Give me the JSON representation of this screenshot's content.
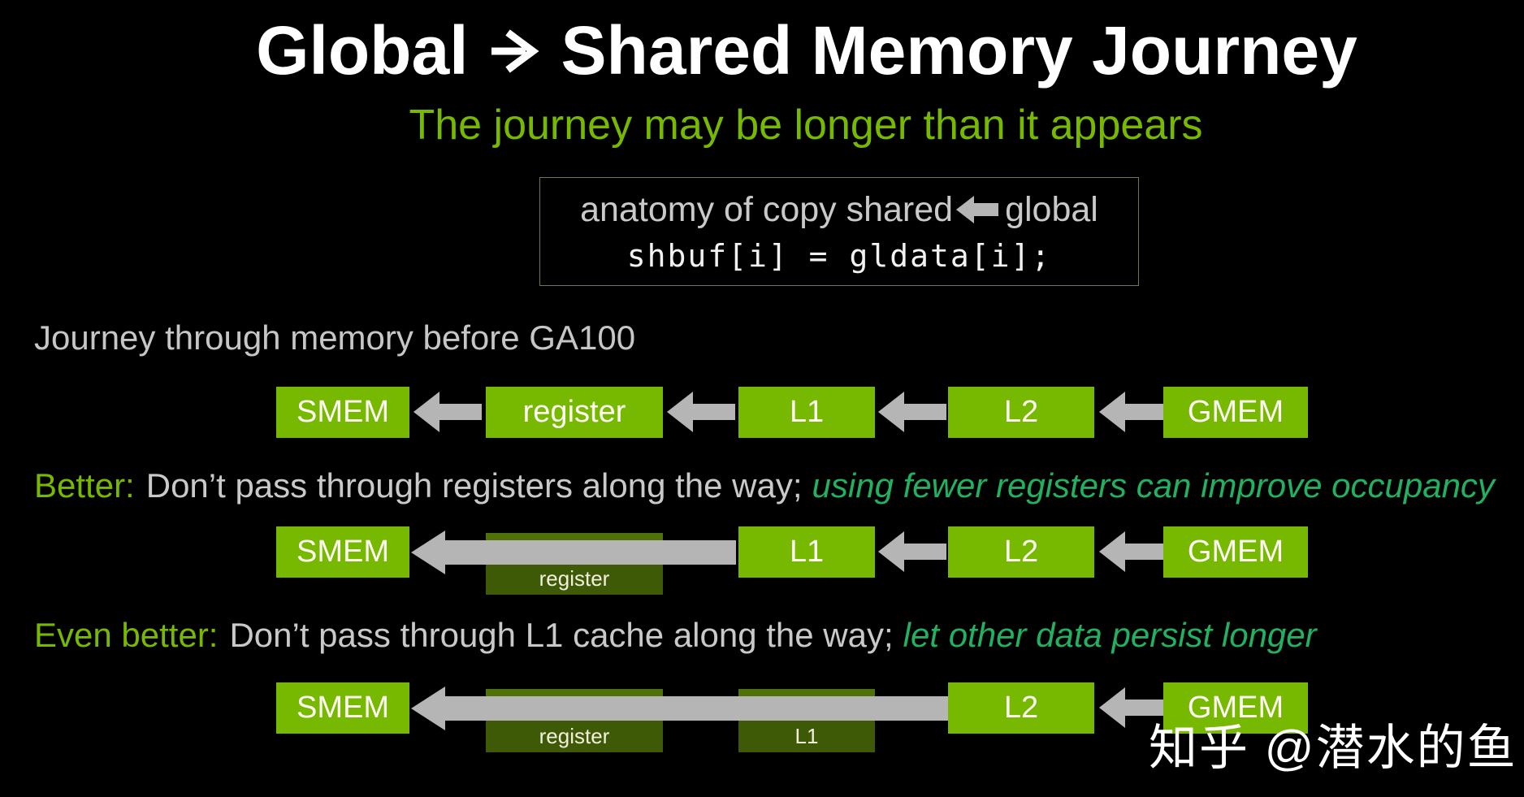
{
  "slide": {
    "title": {
      "prefix": "Global",
      "suffix": "Shared Memory Journey",
      "arrow_icon": "right-arrow"
    },
    "subtitle": "The journey may be longer than it appears",
    "anatomy": {
      "label_before_arrow": "anatomy of copy shared",
      "label_after_arrow": "global",
      "arrow_icon": "left-arrow",
      "code": "shbuf[i] = gldata[i];"
    },
    "before_section": {
      "heading": "Journey through memory before GA100"
    },
    "row1": {
      "boxes": [
        "SMEM",
        "register",
        "L1",
        "L2",
        "GMEM"
      ]
    },
    "better_section": {
      "label": "Better:",
      "body": "Don’t pass through registers along the way;",
      "emphasis": "using fewer registers can improve occupancy"
    },
    "row2": {
      "boxes": [
        "SMEM",
        "L1",
        "L2",
        "GMEM"
      ],
      "bypassed": [
        "register"
      ]
    },
    "even_better_section": {
      "label": "Even better:",
      "body": "Don’t pass through L1 cache along the way;",
      "emphasis": "let other data persist longer"
    },
    "row3": {
      "boxes": [
        "SMEM",
        "L2",
        "GMEM"
      ],
      "bypassed": [
        "register",
        "L1"
      ]
    },
    "watermark": "知乎 @潜水的鱼",
    "colors": {
      "background": "#000000",
      "nvidia_green": "#76b900",
      "emphasis_green": "#21b161",
      "arrow_gray": "#b5b5b5",
      "dark_olive": "#3e5a06",
      "body_gray": "#c9c9c9"
    }
  }
}
